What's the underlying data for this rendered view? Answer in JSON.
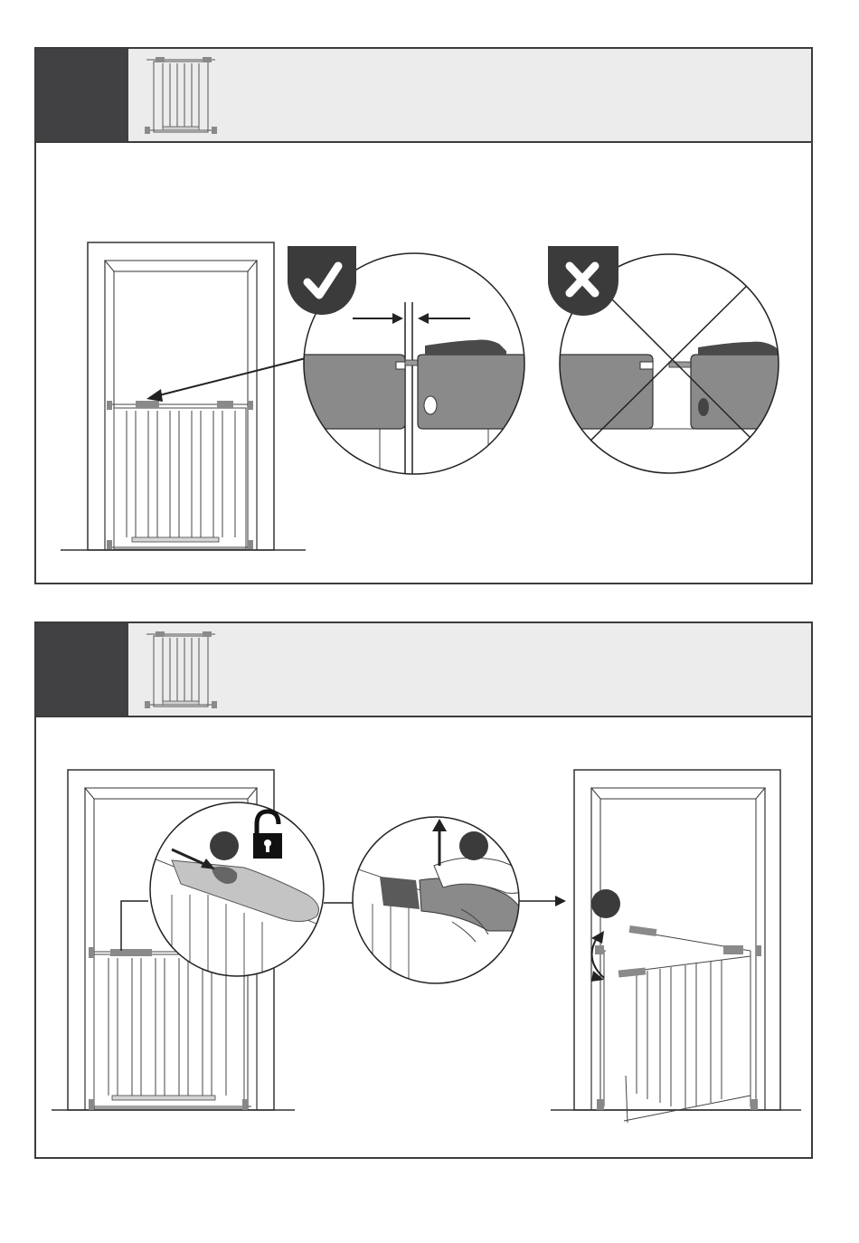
{
  "colors": {
    "frame": "#3c3c3c",
    "header_bg": "#ececec",
    "step_box": "#414042",
    "latch_grey": "#8a8a8a",
    "badge_dark": "#3b3b3b"
  },
  "panels": [
    {
      "step_number": "",
      "thumbnail_icon": "pressure-gate-thumbnail",
      "images": [
        {
          "icon": "doorway-gate-illustration"
        },
        {
          "icon": "check-badge-icon",
          "meaning": "correct"
        },
        {
          "icon": "cross-badge-icon",
          "meaning": "incorrect"
        }
      ]
    },
    {
      "step_number": "",
      "thumbnail_icon": "pressure-gate-thumbnail",
      "images": [
        {
          "icon": "unlock-padlock-icon"
        },
        {
          "icon": "press-button-detail"
        },
        {
          "icon": "lift-handle-detail"
        },
        {
          "icon": "gate-opening-illustration"
        }
      ]
    }
  ]
}
